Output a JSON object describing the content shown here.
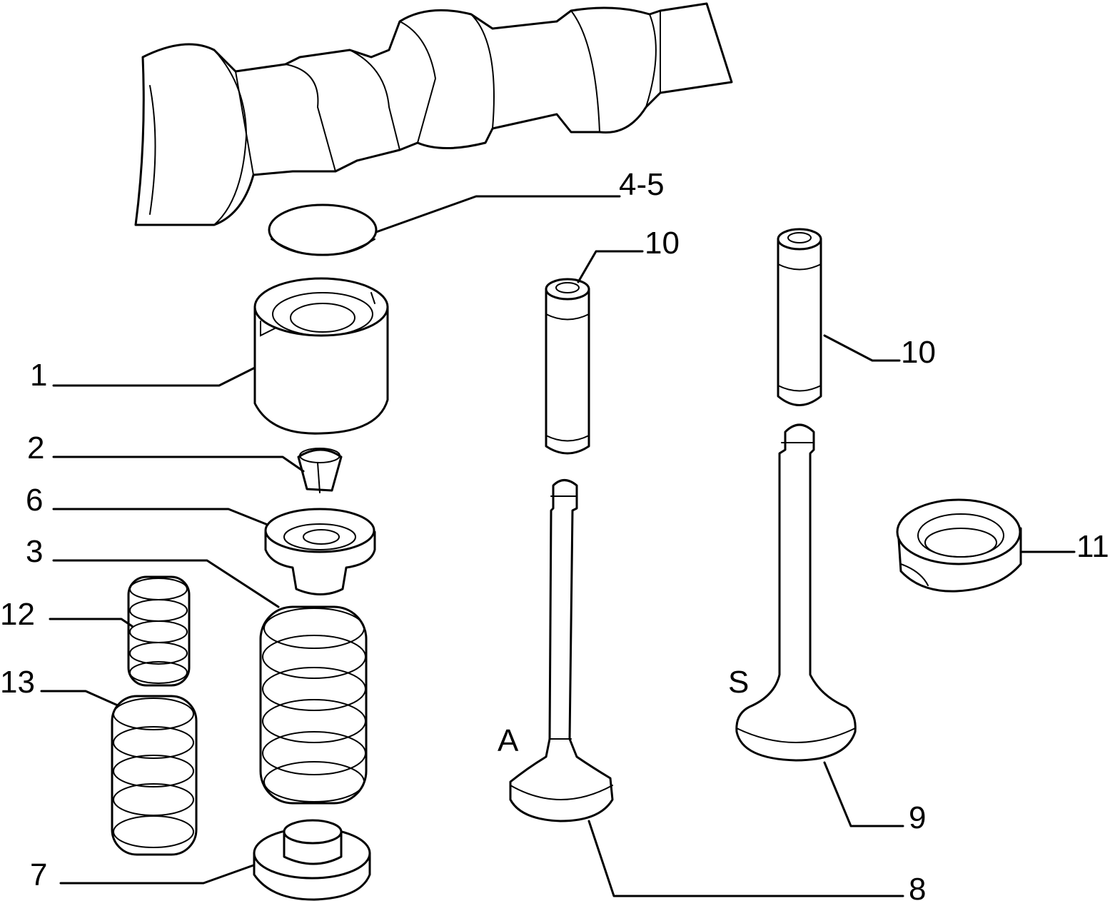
{
  "labels": {
    "tappet_shim": "4-5",
    "valve_guide_exhaust": "10",
    "valve_guide_intake": "10",
    "tappet": "1",
    "valve_cotters": "2",
    "upper_spring_cap": "6",
    "outer_spring": "3",
    "inner_spring": "12",
    "inner_spring_lower": "13",
    "valve_seal_seat": "11",
    "lower_spring_seat": "7",
    "exhaust_valve": "8",
    "intake_valve": "9",
    "valve_marker_a": "A",
    "valve_marker_s": "S"
  },
  "colors": {
    "line": "#000000",
    "background": "#ffffff"
  }
}
